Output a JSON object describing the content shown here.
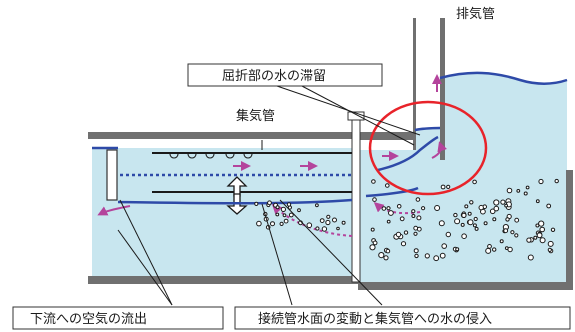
{
  "labels": {
    "exhaust_pipe": "排気管",
    "bend_water": "屈折部の水の滞留",
    "collector_pipe": "集気管",
    "air_outflow": "下流への空気の流出",
    "connection_water": "接続管水面の変動と集気管への水の侵入"
  },
  "colors": {
    "water": "#c8e6ef",
    "wall": "#707070",
    "surface_line": "#2e4aa8",
    "flow_arrow": "#b4449c",
    "highlight_circle": "#e8232a",
    "label_border": "#333333"
  }
}
